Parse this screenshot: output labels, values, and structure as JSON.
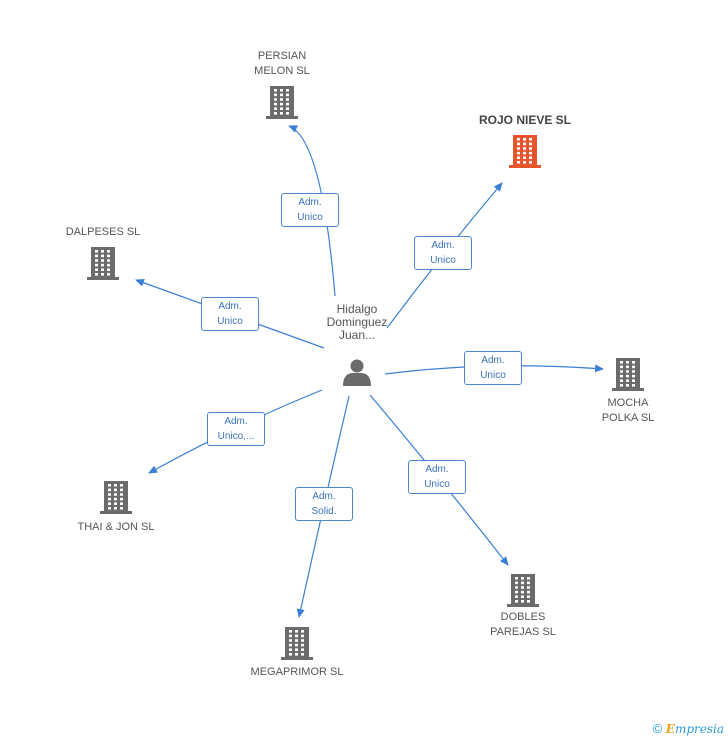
{
  "center": {
    "label": "Hidalgo\nDominguez\nJuan..."
  },
  "companies": [
    {
      "id": "persian",
      "name": "PERSIAN\nMELON SL",
      "role": "Adm.\nUnico",
      "highlight": false
    },
    {
      "id": "rojo",
      "name": "ROJO NIEVE SL",
      "role": "Adm.\nUnico",
      "highlight": true
    },
    {
      "id": "dalpeses",
      "name": "DALPESES SL",
      "role": "Adm.\nUnico",
      "highlight": false
    },
    {
      "id": "mocha",
      "name": "MOCHA\nPOLKA SL",
      "role": "Adm.\nUnico",
      "highlight": false
    },
    {
      "id": "thai",
      "name": "THAI & JON SL",
      "role": "Adm.\nUnico,...",
      "highlight": false
    },
    {
      "id": "dobles",
      "name": "DOBLES\nPAREJAS SL",
      "role": "Adm.\nUnico",
      "highlight": false
    },
    {
      "id": "megaprimor",
      "name": "MEGAPRIMOR SL",
      "role": "Adm.\nSolid.",
      "highlight": false
    }
  ],
  "colors": {
    "edge": "#3a7fd5",
    "building": "#6b6b6b",
    "building_highlight": "#e8542c",
    "person": "#6b6b6b"
  },
  "icons": {
    "person": "person-icon",
    "company": "building-icon"
  },
  "footer": {
    "copyright_symbol": "©",
    "brand_initial": "E",
    "brand_rest": "mpresia"
  }
}
